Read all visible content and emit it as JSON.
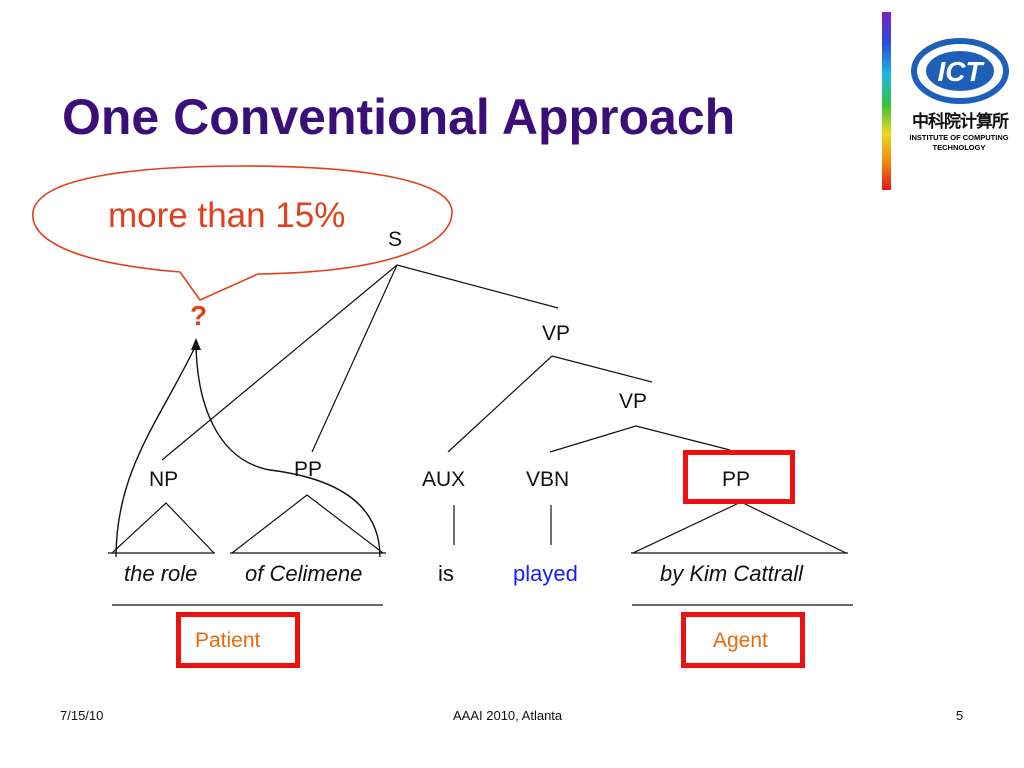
{
  "slide": {
    "title": "One Conventional Approach",
    "callout_text": "more than 15%",
    "question_mark": "?",
    "logo": {
      "acronym": "ICT",
      "chinese_name": "中科院计算所",
      "institute_line1": "INSTITUTE OF COMPUTING",
      "institute_line2": "TECHNOLOGY"
    }
  },
  "tree": {
    "nodes": {
      "s": "S",
      "vp_top": "VP",
      "vp_inner": "VP",
      "np": "NP",
      "pp_left": "PP",
      "aux": "AUX",
      "vbn": "VBN",
      "pp_right": "PP"
    },
    "words": {
      "the_role": "the role",
      "of_celimene": "of Celimene",
      "is": "is",
      "played": "played",
      "by_kim_cattrall": "by Kim Cattrall"
    },
    "roles": {
      "patient": "Patient",
      "agent": "Agent"
    }
  },
  "footer": {
    "date": "7/15/10",
    "venue": "AAAI 2010, Atlanta",
    "page": "5"
  },
  "colors": {
    "title": "#3a0f78",
    "callout": "#e2401c",
    "highlight_box": "#ee1111",
    "role_label": "#e86a0c",
    "verb_word": "#1a1aff"
  }
}
